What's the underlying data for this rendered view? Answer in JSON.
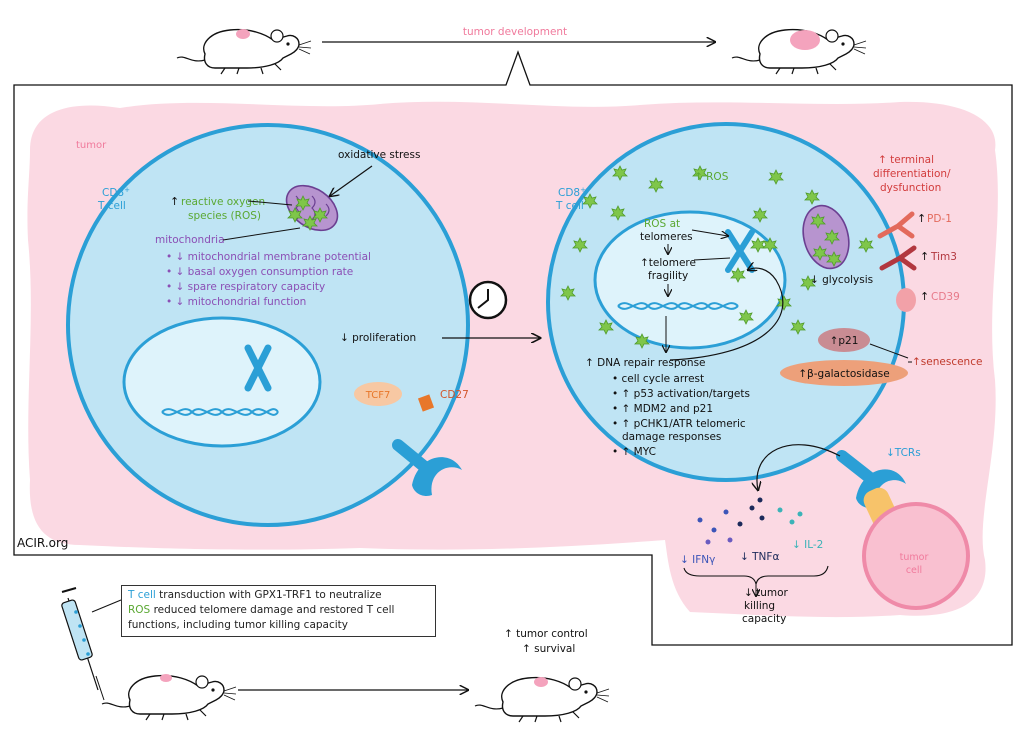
{
  "top": {
    "arrow_label": "tumor development"
  },
  "panel": {
    "tumor_label": "tumor",
    "watermark": "ACIR.org",
    "left_cell": {
      "cell_type_line1": "CD8",
      "cell_type_sup": "+",
      "cell_type_line2": "T cell",
      "ros_prefix": "↑",
      "ros_line1": "reactive oxygen",
      "ros_line2": "species (ROS)",
      "oxidative_stress": "oxidative stress",
      "mitochondria": "mitochondria",
      "bullets": [
        "• ↓ mitochondrial membrane potential",
        "• ↓ basal oxygen consumption rate",
        "• ↓ spare respiratory capacity",
        "• ↓ mitochondrial function"
      ],
      "proliferation": "↓ proliferation",
      "tcf7": "TCF7",
      "cd27": "CD27"
    },
    "right_cell": {
      "cell_type_line1": "CD8",
      "cell_type_sup": "+",
      "cell_type_line2": "T cell",
      "ros_top": "↑ ROS",
      "ros_telomeres_line1": "ROS at",
      "ros_telomeres_line2": "telomeres",
      "telomere_line1": "↑telomere",
      "telomere_line2": "fragility",
      "glycolysis": "↓ glycolysis",
      "dna_repair": "↑ DNA repair response",
      "repair_items": [
        "• cell cycle arrest",
        "• ↑ p53 activation/targets",
        "• ↑ MDM2 and p21",
        "• ↑ pCHK1/ATR telomeric",
        "   damage responses",
        "• ↑ MYC"
      ],
      "terminal_line1": "↑ terminal",
      "terminal_line2": "differentiation/",
      "terminal_line3": "dysfunction",
      "pd1": "PD-1",
      "tim3": "Tim3",
      "cd39": "CD39",
      "p21": "↑p21",
      "bgal": "↑β-galactosidase",
      "senescence": "↑senescence",
      "tcrs": "↓TCRs",
      "tumor_cell_line1": "tumor",
      "tumor_cell_line2": "cell",
      "ifng": "↓ IFNγ",
      "tnfa": "↓ TNFα",
      "il2": "↓ IL-2",
      "killing_line1": "↓ tumor",
      "killing_line2": "killing",
      "killing_line3": "capacity"
    }
  },
  "bottom": {
    "note_tcell": "T cell",
    "note_text1": " transduction with GPX1-TRF1 to neutralize",
    "note_ros": "ROS",
    "note_text2": " reduced telomere damage and restored T cell",
    "note_text3": "functions, including tumor killing capacity",
    "outcome_line1": "↑ tumor control",
    "outcome_line2": "↑ survival"
  },
  "colors": {
    "tumor_bg": "#fbd9e3",
    "cell_fill": "#bfe4f4",
    "cell_stroke": "#2b9fd6",
    "nucleus_fill": "#def3fb",
    "accent_pink": "#f07a9c",
    "ros_green": "#5aa832",
    "purple_text": "#8b4fb5"
  }
}
